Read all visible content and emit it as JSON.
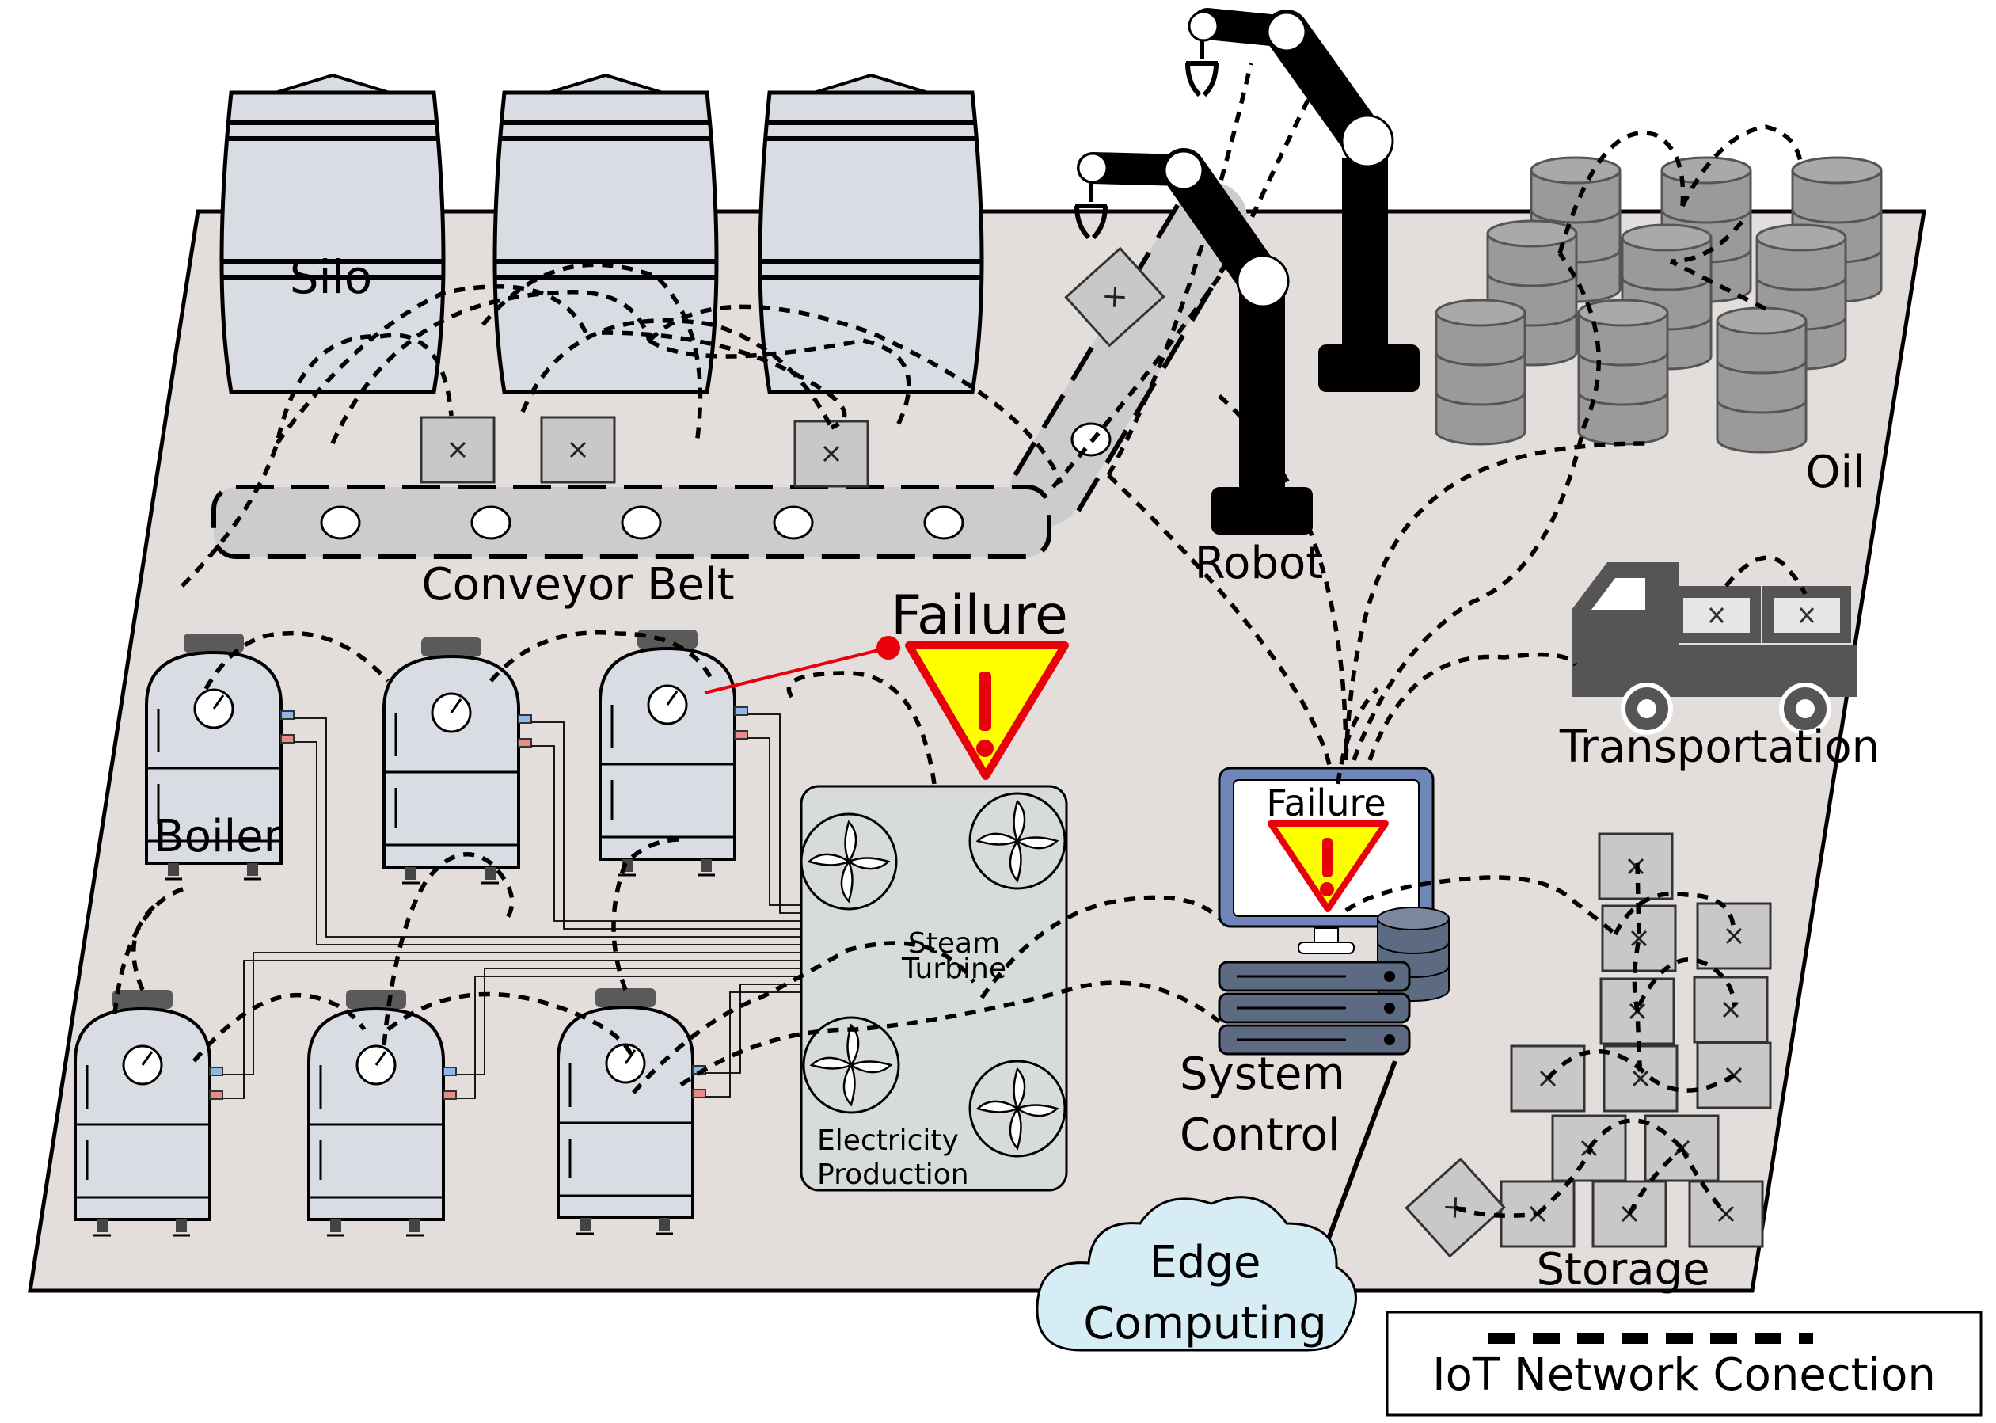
{
  "labels": {
    "silo": "Silo",
    "conveyor_belt": "Conveyor Belt",
    "robot": "Robot",
    "oil": "Oil",
    "transportation": "Transportation",
    "failure": "Failure",
    "monitor_failure": "Failure",
    "boiler": "Boiler",
    "steam_turbine_line1": "Steam",
    "steam_turbine_line2": "Turbine",
    "electricity_line1": "Electricity",
    "electricity_line2": "Production",
    "system_control_line1": "System",
    "system_control_line2": "Control",
    "storage": "Storage",
    "edge_computing_line1": "Edge",
    "edge_computing_line2": "Computing"
  },
  "legend": {
    "text": "IoT Network Conection"
  },
  "colors": {
    "floor": "#e3dddb",
    "equipment": "#d9dde3",
    "barrel": "#9a9a9a",
    "box": "#c8c8c8",
    "failure_line": "#e8000b",
    "warning_fill": "#ffff00",
    "warning_border": "#e8000b",
    "cloud": "#d7edf5",
    "monitor_frame": "#6f87b8",
    "server": "#5c6a82"
  },
  "icons": {
    "warning": "warning-triangle-icon",
    "fan": "fan-icon",
    "gauge": "gauge-icon",
    "box": "box-x-icon"
  }
}
